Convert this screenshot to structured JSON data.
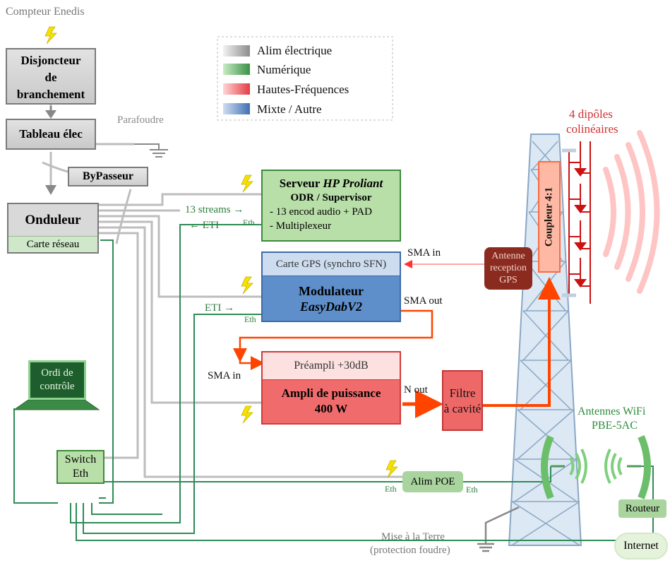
{
  "labels": {
    "compteur": "Compteur Enedis",
    "disjoncteur_1": "Disjoncteur",
    "disjoncteur_2": "de",
    "disjoncteur_3": "branchement",
    "tableau": "Tableau élec",
    "parafoudre": "Parafoudre",
    "bypasseur": "ByPasseur",
    "onduleur": "Onduleur",
    "carte_reseau": "Carte réseau",
    "serveur_a": "Serveur ",
    "serveur_b": "HP Proliant",
    "serveur_2": "ODR / Supervisor",
    "serveur_3": "- 13 encod audio + PAD",
    "serveur_4": "- Multiplexeur",
    "streams": "13 streams →",
    "eti_left": "← ETI",
    "eth_1": "Eth",
    "carte_gps": "Carte GPS (synchro SFN)",
    "modulateur_1": "Modulateur",
    "modulateur_2": "EasyDabV2",
    "eti_right": "ETI →",
    "eth_2": "Eth",
    "sma_in_top": "SMA in",
    "sma_out": "SMA out",
    "antenne_gps_1": "Antenne",
    "antenne_gps_2": "reception",
    "antenne_gps_3": "GPS",
    "coupleur": "Coupleur 4:1",
    "dipoles_1": "4 dipôles",
    "dipoles_2": "colinéaires",
    "sma_in_left": "SMA in",
    "preampli": "Préampli +30dB",
    "ampli_1": "Ampli de puissance",
    "ampli_2": "400 W",
    "n_out": "N out",
    "filtre_1": "Filtre",
    "filtre_2": "à cavité",
    "ordi_1": "Ordi de",
    "ordi_2": "contrôle",
    "switch_1": "Switch",
    "switch_2": "Eth",
    "alim_poe": "Alim POE",
    "eth_poe_left": "Eth",
    "eth_poe_right": "Eth",
    "wifi_1": "Antennes WiFi",
    "wifi_2": "PBE-5AC",
    "routeur": "Routeur",
    "internet": "Internet",
    "terre_1": "Mise à la Terre",
    "terre_2": "(protection foudre)"
  },
  "legend": [
    {
      "label": "Alim électrique",
      "color": "#9a9a9a"
    },
    {
      "label": "Numérique",
      "color": "#3e9a47"
    },
    {
      "label": "Hautes-Fréquences",
      "color": "#e8454a"
    },
    {
      "label": "Mixte / Autre",
      "color": "#4a79b8"
    }
  ],
  "colors": {
    "power_gray": "#bdbdbd",
    "digital_green": "#2e8b57",
    "rf_orange": "#ff4400",
    "rf_red": "#cc1111",
    "gps_red": "#ff5555",
    "tower_fill": "#dce8f3",
    "tower_stroke": "#8aa7c5",
    "bolt": "#f5e000"
  }
}
